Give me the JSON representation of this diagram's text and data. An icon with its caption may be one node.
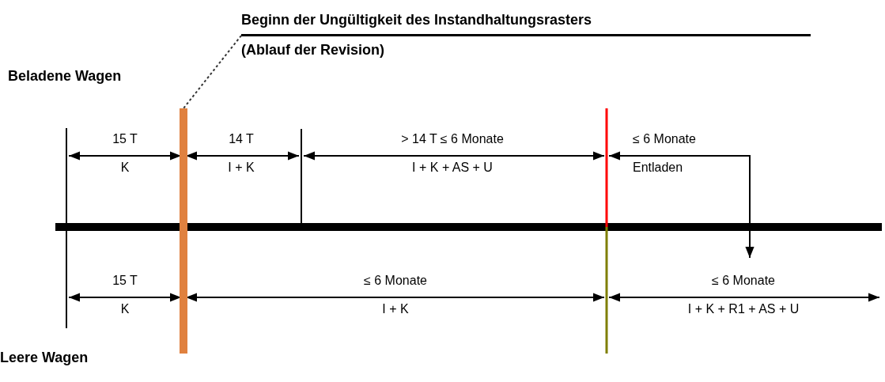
{
  "diagram": {
    "nodes": [
      {
        "text": [
          "Beginn der Ungültigkeit des Instandhaltungsrasters",
          "(Ablauf der Revision)"
        ]
      },
      {
        "text": [],
        "shape": "bar"
      }
    ],
    "edges": [
      {
        "from": 0,
        "to": 1,
        "arrow": "none",
        "style": "dashed"
      }
    ],
    "labels": [
      "Beladene Wagen",
      "15 T",
      "K",
      "14 T",
      "I + K",
      "> 14 T ≤ 6 Monate",
      "I + K + AS + U",
      "≤ 6 Monate",
      "Entladen",
      "15 T",
      "K",
      "≤ 6 Monate",
      "I + K",
      "≤ 6 Monate",
      "I + K + R1 + AS + U",
      "Leere Wagen"
    ]
  }
}
